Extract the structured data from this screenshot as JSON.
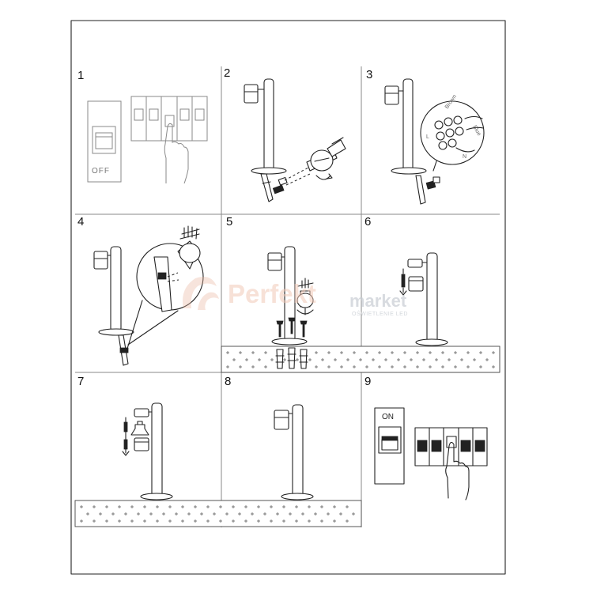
{
  "steps": [
    {
      "number": "1",
      "switch_label": "OFF"
    },
    {
      "number": "2"
    },
    {
      "number": "3",
      "wire_labels": {
        "brown": "Brown",
        "blue": "Blue",
        "line": "L",
        "neutral": "N"
      }
    },
    {
      "number": "4"
    },
    {
      "number": "5"
    },
    {
      "number": "6"
    },
    {
      "number": "7"
    },
    {
      "number": "8"
    },
    {
      "number": "9",
      "switch_label": "ON"
    }
  ],
  "watermark": {
    "brand_a": "Perfekt",
    "brand_b": "market",
    "tagline": "OŚWIETLENIE LED"
  },
  "colors": {
    "line": "#222222",
    "ground_marks": "#555555",
    "watermark": "#f1c9b8"
  }
}
